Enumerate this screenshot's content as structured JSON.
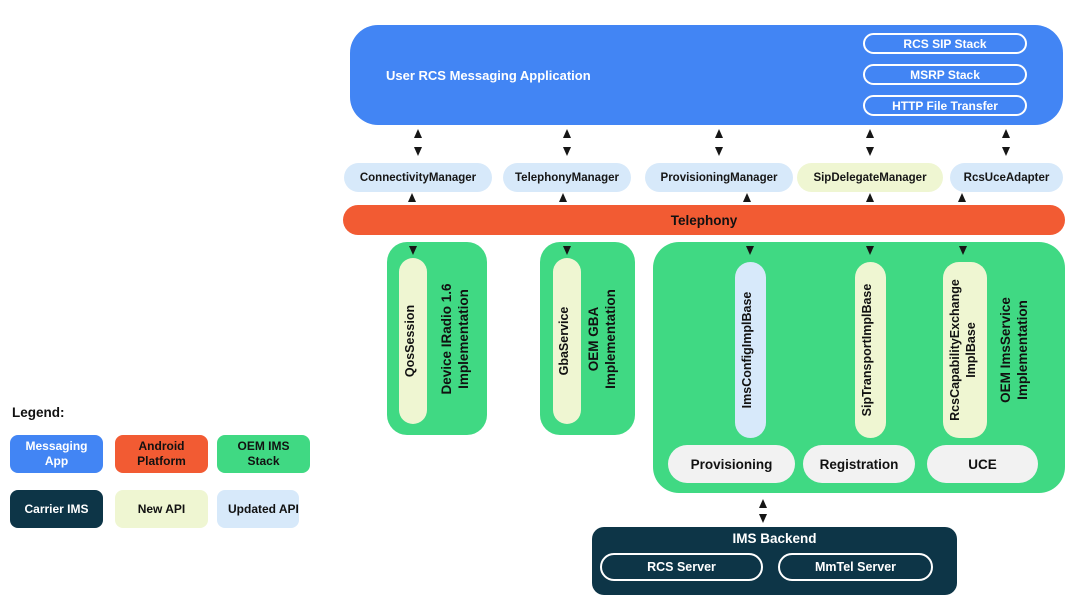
{
  "colors": {
    "messaging_app_blue": "#4285F4",
    "android_platform_orange": "#F25B33",
    "oem_ims_stack_green": "#40D983",
    "carrier_ims_navy": "#0D3547",
    "new_api_pale_yellow": "#EFF6D2",
    "updated_api_light_blue": "#D7E9FA",
    "function_pill_gray": "#F2F2F2"
  },
  "app": {
    "title": "User RCS Messaging Application",
    "stacks": [
      "RCS SIP Stack",
      "MSRP Stack",
      "HTTP File Transfer"
    ]
  },
  "managers": [
    {
      "label": "ConnectivityManager",
      "api": "updated"
    },
    {
      "label": "TelephonyManager",
      "api": "updated"
    },
    {
      "label": "ProvisioningManager",
      "api": "updated"
    },
    {
      "label": "SipDelegateManager",
      "api": "new"
    },
    {
      "label": "RcsUceAdapter",
      "api": "updated"
    }
  ],
  "telephony": {
    "label": "Telephony"
  },
  "qos_box": {
    "pill": "QosSession",
    "impl": "Device IRadio 1.6\nImplementation"
  },
  "gba_box": {
    "pill": "GbaService",
    "impl": "OEM GBA\nImplementation"
  },
  "ims_service_box": {
    "config_pill": "ImsConfigImplBase",
    "sip_transport_pill": "SipTransportImplBase",
    "rcs_capability_pill": "RcsCapabilityExchange\nImplBase",
    "impl": "OEM ImsService\nImplementation",
    "functions": [
      "Provisioning",
      "Registration",
      "UCE"
    ]
  },
  "backend": {
    "title": "IMS Backend",
    "servers": [
      "RCS Server",
      "MmTel Server"
    ]
  },
  "legend": {
    "title": "Legend:",
    "items": [
      {
        "label": "Messaging\nApp",
        "color": "#4285F4"
      },
      {
        "label": "Android\nPlatform",
        "color": "#F25B33"
      },
      {
        "label": "OEM IMS\nStack",
        "color": "#40D983"
      },
      {
        "label": "Carrier IMS",
        "color": "#0D3547"
      },
      {
        "label": "New API",
        "color": "#EFF6D2"
      },
      {
        "label": "Updated API",
        "color": "#D7E9FA"
      }
    ]
  }
}
